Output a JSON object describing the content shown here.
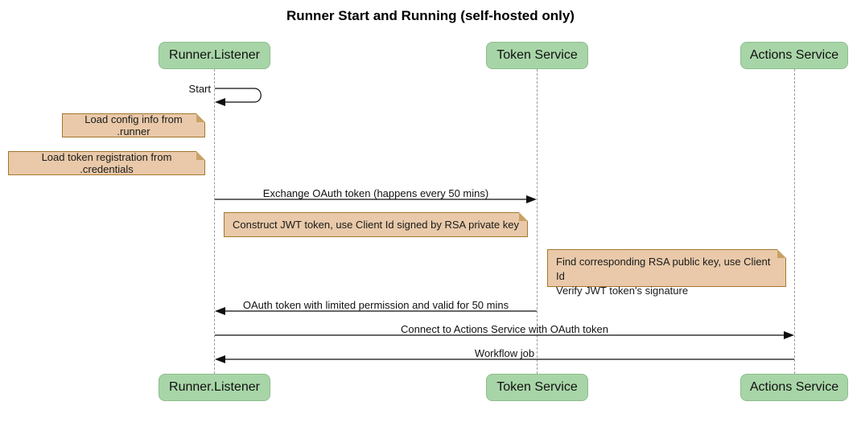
{
  "title": "Runner Start and Running (self-hosted only)",
  "participants": [
    {
      "label": "Runner.Listener"
    },
    {
      "label": "Token Service"
    },
    {
      "label": "Actions Service"
    }
  ],
  "messages": {
    "self_start": "Start",
    "exchange": "Exchange OAuth token (happens every 50 mins)",
    "oauth_return": "OAuth token with limited permission and valid for 50 mins",
    "connect": "Connect to Actions Service with OAuth token",
    "workflow": "Workflow job"
  },
  "notes": {
    "load_config": "Load config info from .runner",
    "load_token": "Load token registration from .credentials",
    "construct_jwt": "Construct JWT token, use Client Id signed by RSA private key",
    "find_key_line1": "Find corresponding RSA public key, use Client Id",
    "find_key_line2": "Verify JWT token's signature"
  },
  "colors": {
    "actor_fill": "#a8d5a8",
    "actor_border": "#8cbd8c",
    "note_fill": "#e9c9a9",
    "note_border": "#a5772f",
    "lifeline": "#9a9a9a",
    "arrow": "#0f0f0f"
  }
}
